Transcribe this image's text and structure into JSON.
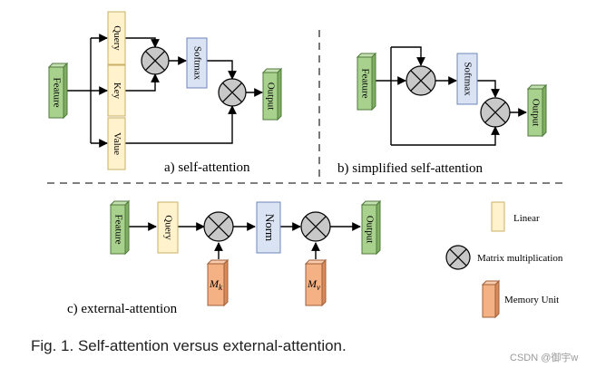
{
  "panel_a": {
    "feature": "Feature",
    "query": "Query",
    "key": "Key",
    "value": "Value",
    "softmax": "Softmax",
    "output": "Output",
    "caption": "a) self-attention"
  },
  "panel_b": {
    "feature": "Feature",
    "softmax": "Softmax",
    "output": "Output",
    "caption": "b) simplified self-attention"
  },
  "panel_c": {
    "feature": "Feature",
    "query": "Query",
    "norm": "Norm",
    "output": "Output",
    "mk_base": "M",
    "mk_sub": "k",
    "mv_base": "M",
    "mv_sub": "v",
    "caption": "c) external-attention"
  },
  "legend": {
    "linear": "Linear",
    "matmul": "Matrix multiplication",
    "memory": "Memory Unit"
  },
  "figure_caption": "Fig. 1. Self-attention versus external-attention.",
  "watermark": "CSDN @御宇w",
  "colors": {
    "feature_fill": "#a9d18e",
    "feature_side": "#7fae62",
    "linear_fill": "#fff2cc",
    "linear_stroke": "#c9b068",
    "softmax_fill": "#dae3f3",
    "softmax_stroke": "#6f86b8",
    "memory_fill": "#f4b183",
    "memory_side": "#d88a5a",
    "matmul_fill": "#c8c8c8",
    "line": "#000000"
  }
}
